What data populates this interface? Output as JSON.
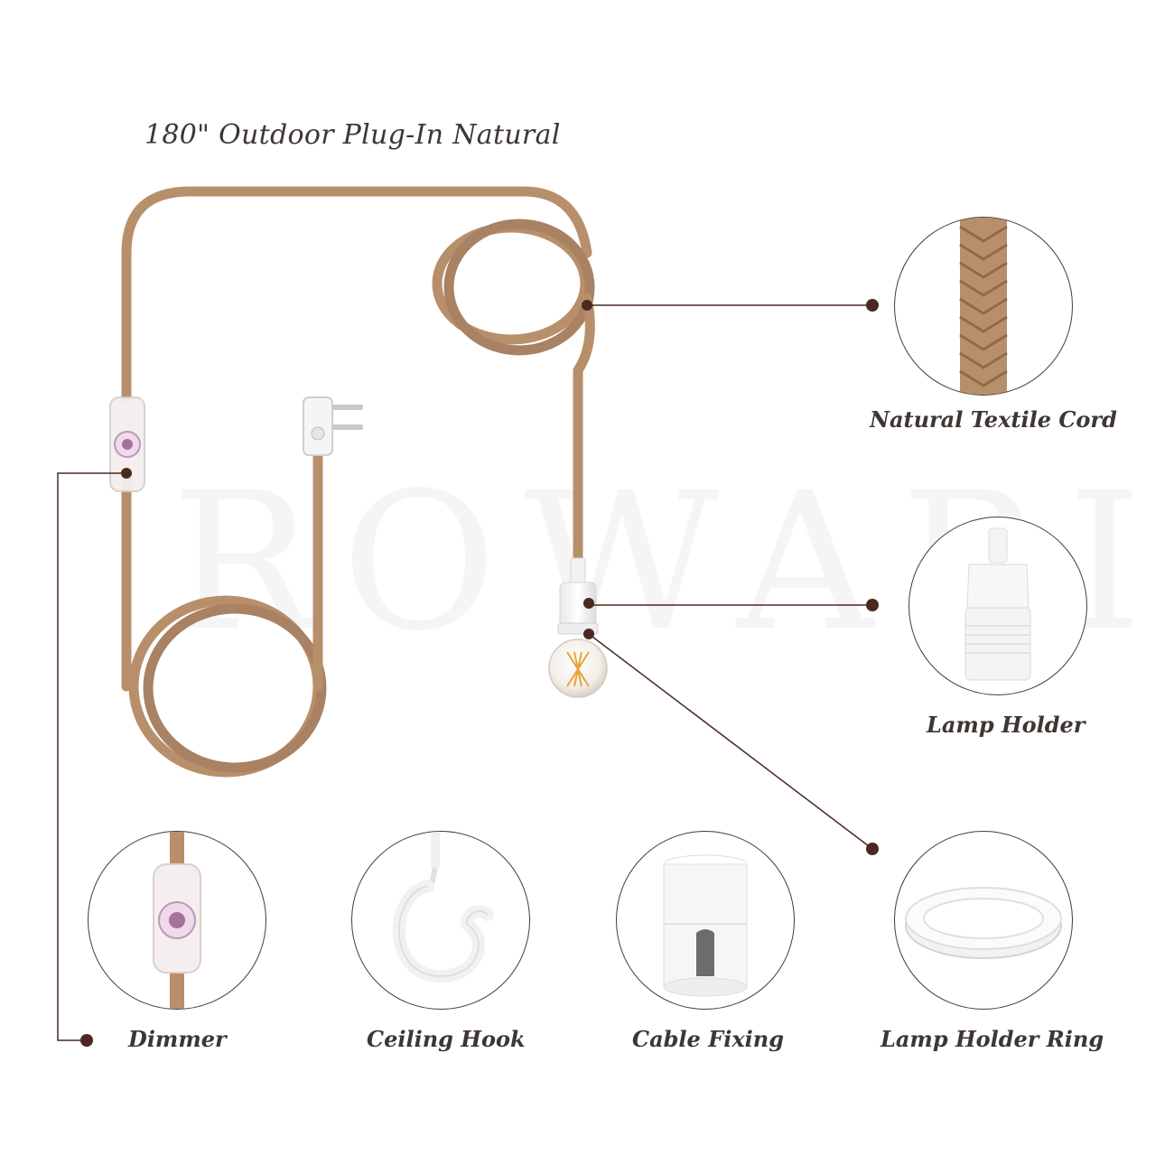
{
  "title": "180\" Outdoor Plug-In Natural",
  "watermark": "ROWABI",
  "labels": {
    "cord": "Natural Textile Cord",
    "lamp_holder": "Lamp Holder",
    "dimmer": "Dimmer",
    "ceiling_hook": "Ceiling Hook",
    "cable_fixing": "Cable Fixing",
    "lamp_holder_ring": "Lamp Holder Ring"
  },
  "colors": {
    "cord": "#b88f6b",
    "cord_dark": "#8f6a4c",
    "leader": "#4a2a20",
    "text": "#3d3632"
  }
}
